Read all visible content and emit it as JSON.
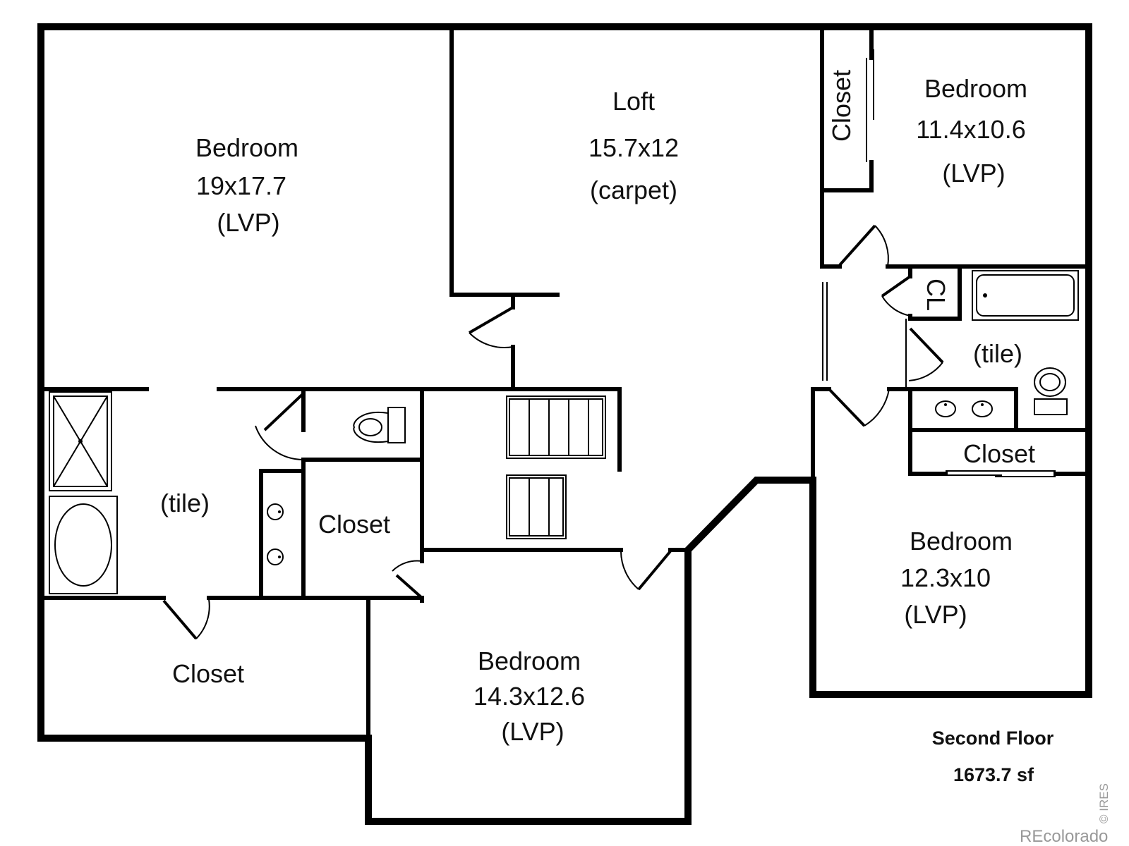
{
  "rooms": {
    "master_bedroom": {
      "name": "Bedroom",
      "size": "19x17.7",
      "floor": "(LVP)"
    },
    "loft": {
      "name": "Loft",
      "size": "15.7x12",
      "floor": "(carpet)"
    },
    "ne_bedroom": {
      "name": "Bedroom",
      "size": "11.4x10.6",
      "floor": "(LVP)"
    },
    "master_bath": {
      "floor": "(tile)"
    },
    "hall_bath": {
      "floor": "(tile)"
    },
    "se_bedroom": {
      "name": "Bedroom",
      "size": "12.3x10",
      "floor": "(LVP)"
    },
    "south_bedroom": {
      "name": "Bedroom",
      "size": "14.3x12.6",
      "floor": "(LVP)"
    }
  },
  "closets": {
    "ne_closet": "Closet",
    "cl_small": "CL",
    "hall_closet": "Closet",
    "center_closet": "Closet",
    "master_closet": "Closet"
  },
  "floor_info": {
    "title": "Second Floor",
    "area": "1673.7 sf"
  },
  "watermark": {
    "brand": "REcolorado",
    "source": "© IRES"
  }
}
